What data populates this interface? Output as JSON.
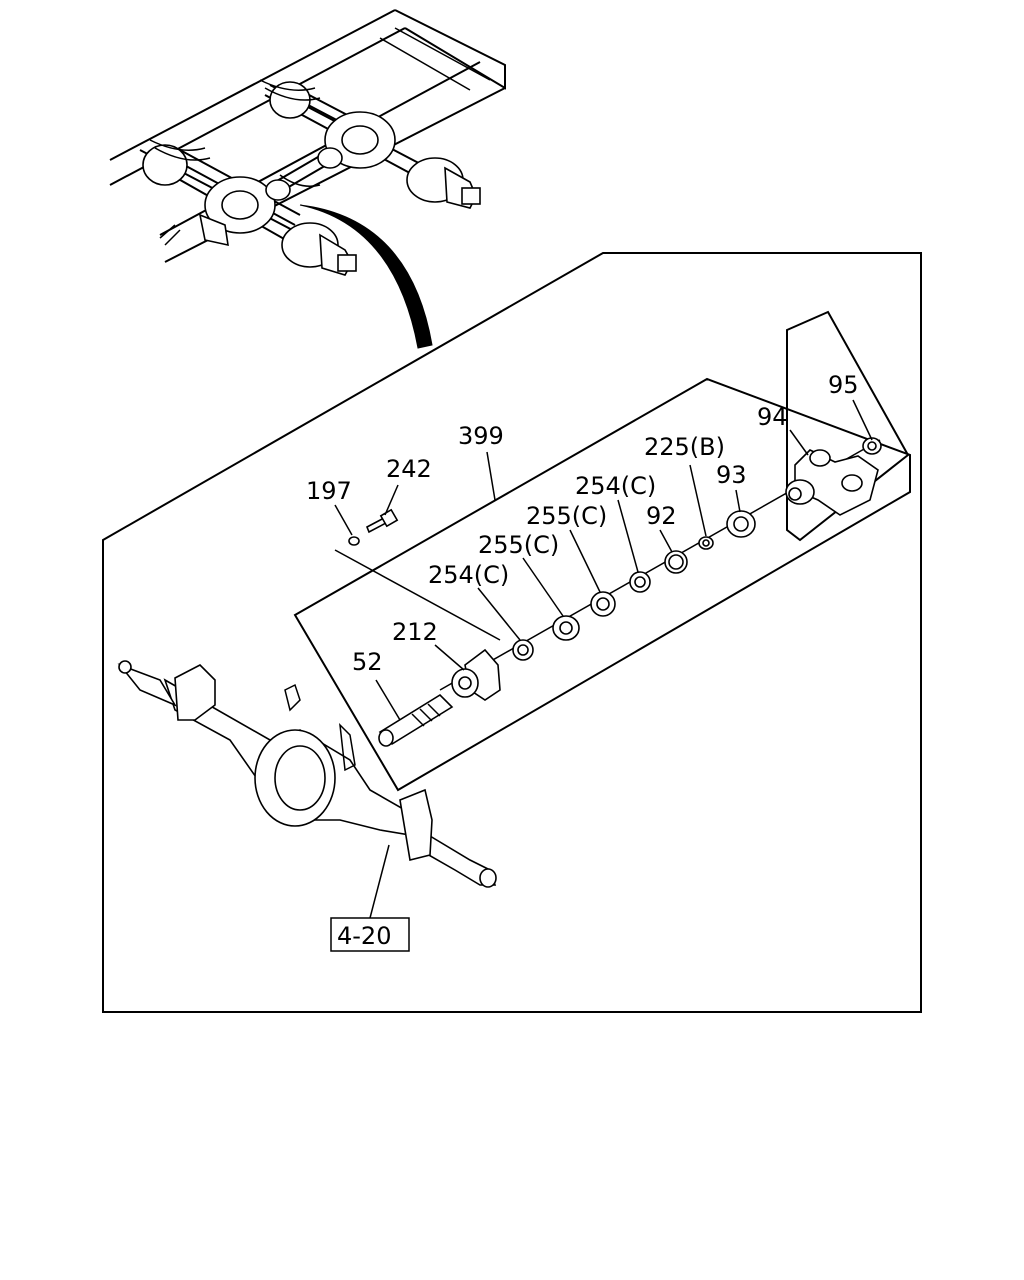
{
  "callouts": {
    "c95": "95",
    "c94": "94",
    "c399": "399",
    "c225b": "225(B)",
    "c242": "242",
    "c254c_top": "254(C)",
    "c197": "197",
    "c93": "93",
    "c255c_a": "255(C)",
    "c92": "92",
    "c255c_b": "255(C)",
    "c254c_low": "254(C)",
    "c212": "212",
    "c52": "52",
    "ref_4_20": "4-20"
  }
}
